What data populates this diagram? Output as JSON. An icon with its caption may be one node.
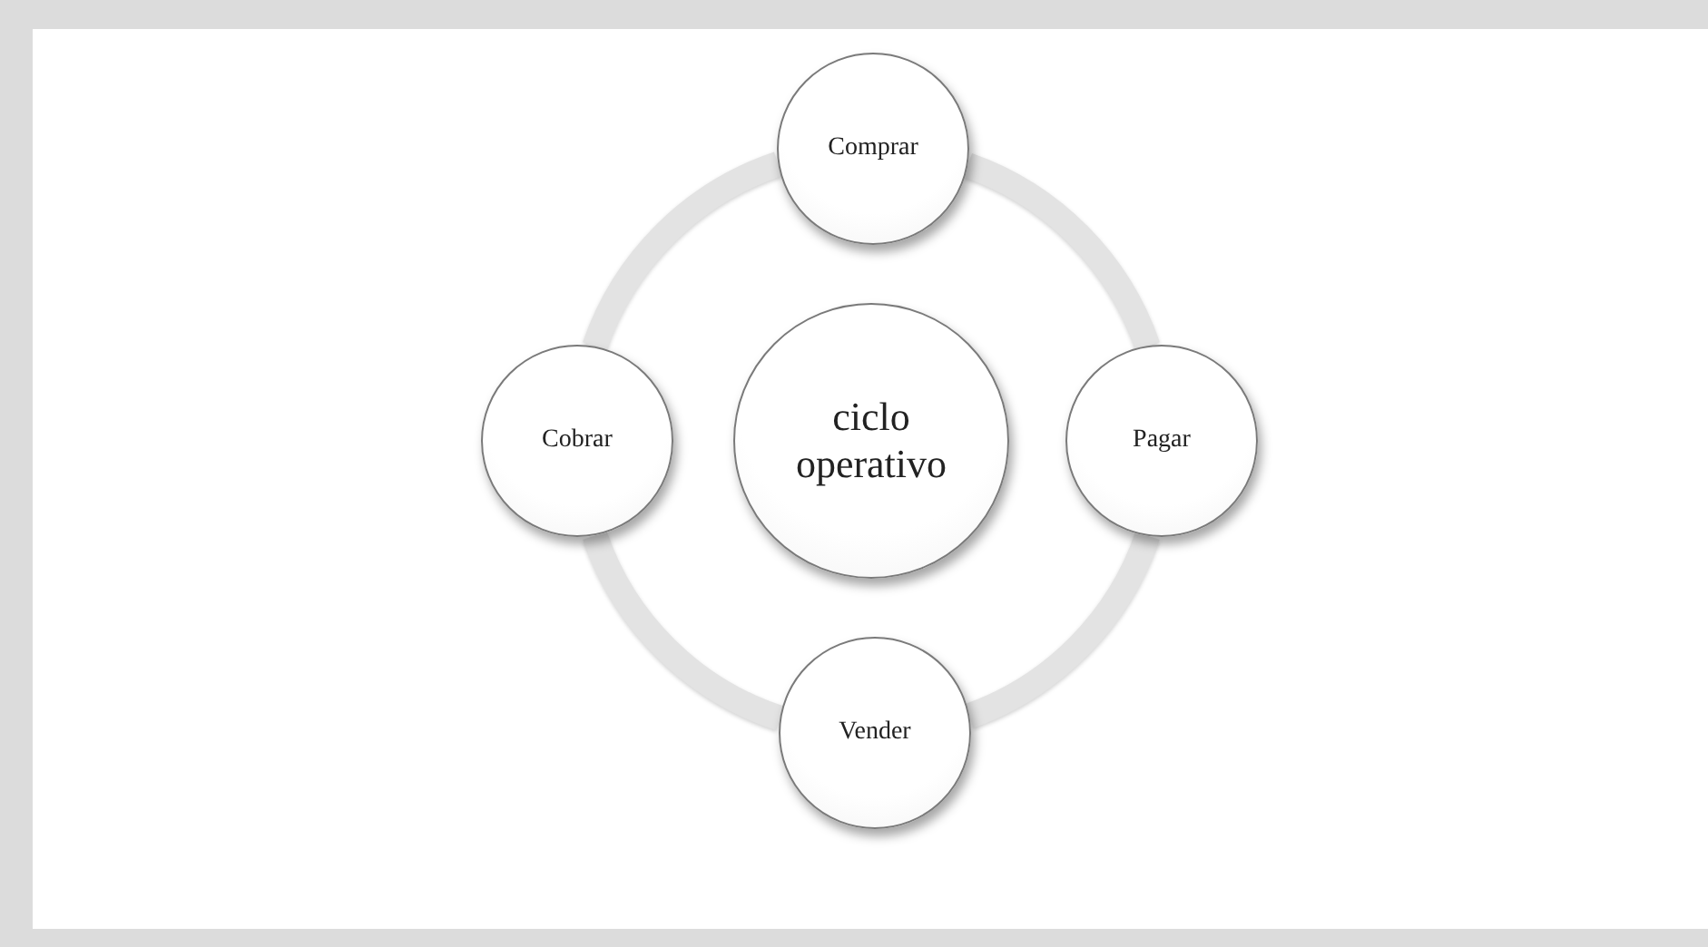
{
  "diagram": {
    "nodes": [
      {
        "text": [
          "ciclo operativo"
        ]
      },
      {
        "text": [
          "Comprar"
        ]
      },
      {
        "text": [
          "Pagar"
        ]
      },
      {
        "text": [
          "Vender"
        ]
      },
      {
        "text": [
          "Cobrar"
        ]
      }
    ],
    "edges": [
      {
        "from": 1,
        "to": 2,
        "arrow": "none"
      },
      {
        "from": 2,
        "to": 3,
        "arrow": "none"
      },
      {
        "from": 3,
        "to": 4,
        "arrow": "none"
      },
      {
        "from": 4,
        "to": 1,
        "arrow": "none"
      }
    ]
  }
}
